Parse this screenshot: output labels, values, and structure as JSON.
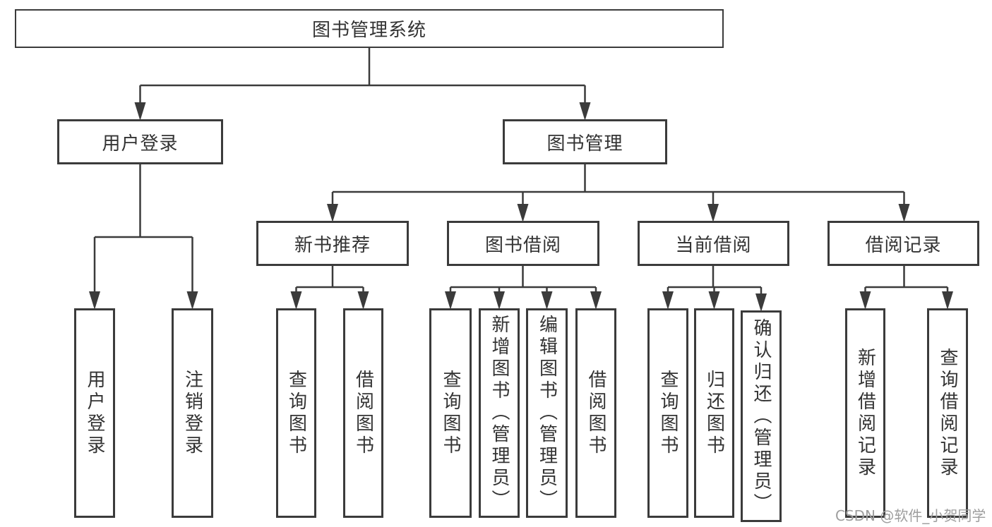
{
  "diagram_title": "图书管理系统",
  "tree": {
    "label": "图书管理系统",
    "children": [
      {
        "label": "用户登录",
        "children": [
          {
            "label": "用户登录"
          },
          {
            "label": "注销登录"
          }
        ]
      },
      {
        "label": "图书管理",
        "children": [
          {
            "label": "新书推荐",
            "children": [
              {
                "label": "查询图书"
              },
              {
                "label": "借阅图书"
              }
            ]
          },
          {
            "label": "图书借阅",
            "children": [
              {
                "label": "查询图书"
              },
              {
                "label": "新增图书（管理员）"
              },
              {
                "label": "编辑图书（管理员）"
              },
              {
                "label": "借阅图书"
              }
            ]
          },
          {
            "label": "当前借阅",
            "children": [
              {
                "label": "查询图书"
              },
              {
                "label": "归还图书"
              },
              {
                "label": "确认归还（管理员）"
              }
            ]
          },
          {
            "label": "借阅记录",
            "children": [
              {
                "label": "新增借阅记录"
              },
              {
                "label": "查询借阅记录"
              }
            ]
          }
        ]
      }
    ]
  },
  "watermark": "CSDN @软件_小贺同学",
  "colors": {
    "line": "#3b3b3b",
    "text": "#333333",
    "box_background": "#ffffff",
    "watermark": "#9e9e9e"
  }
}
